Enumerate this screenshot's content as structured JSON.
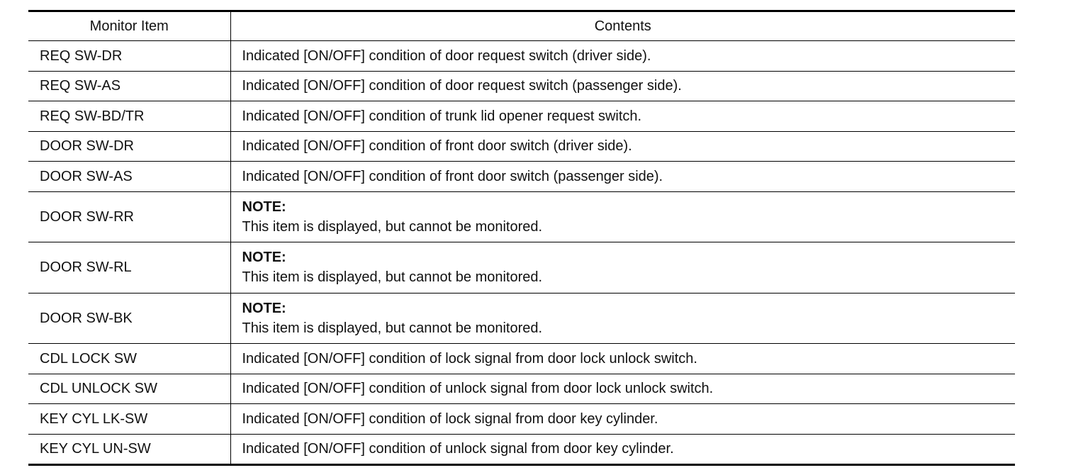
{
  "table": {
    "headers": {
      "item": "Monitor Item",
      "contents": "Contents"
    },
    "rows": [
      {
        "item": "REQ SW-DR",
        "contents": "Indicated [ON/OFF] condition of door request switch (driver side)."
      },
      {
        "item": "REQ SW-AS",
        "contents": "Indicated [ON/OFF] condition of door request switch (passenger side)."
      },
      {
        "item": "REQ SW-BD/TR",
        "contents": "Indicated [ON/OFF] condition of trunk lid opener request switch."
      },
      {
        "item": "DOOR SW-DR",
        "contents": "Indicated [ON/OFF] condition of front door switch (driver side)."
      },
      {
        "item": "DOOR SW-AS",
        "contents": "Indicated [ON/OFF] condition of front door switch (passenger side)."
      },
      {
        "item": "DOOR SW-RR",
        "note_label": "NOTE:",
        "note_text": "This item is displayed, but cannot be monitored."
      },
      {
        "item": "DOOR SW-RL",
        "note_label": "NOTE:",
        "note_text": "This item is displayed, but cannot be monitored."
      },
      {
        "item": "DOOR SW-BK",
        "note_label": "NOTE:",
        "note_text": "This item is displayed, but cannot be monitored."
      },
      {
        "item": "CDL LOCK SW",
        "contents": "Indicated [ON/OFF] condition of lock signal from door lock unlock switch."
      },
      {
        "item": "CDL UNLOCK SW",
        "contents": "Indicated [ON/OFF] condition of unlock signal from door lock unlock switch."
      },
      {
        "item": "KEY CYL LK-SW",
        "contents": "Indicated [ON/OFF] condition of lock signal from door key cylinder."
      },
      {
        "item": "KEY CYL UN-SW",
        "contents": "Indicated [ON/OFF] condition of unlock signal from door key cylinder."
      }
    ]
  }
}
